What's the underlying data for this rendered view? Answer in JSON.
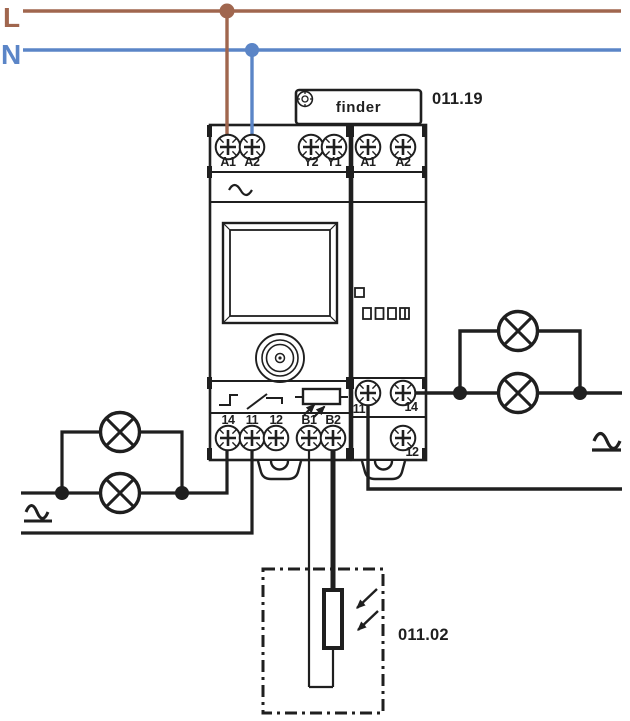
{
  "diagram": {
    "supply": {
      "l_label": "L",
      "n_label": "N"
    },
    "device": {
      "model": "011.19",
      "brand": "finder",
      "left_module": {
        "top_terminals": [
          "A1",
          "A2",
          "Y2",
          "Y1"
        ],
        "bottom_terminals": [
          "14",
          "11",
          "12",
          "B1",
          "B2"
        ]
      },
      "right_module": {
        "top_terminals": [
          "A1",
          "A2"
        ],
        "output_terminals": [
          "11",
          "14",
          "12"
        ]
      }
    },
    "sensor": {
      "model": "011.02"
    },
    "icons": {
      "lamp": "circle-with-X load symbol",
      "ac_source": "tilde-over-line AC supply symbol",
      "photoresistor": "rectangle with incident-light arrows",
      "relay_contact": "changeover contact symbol",
      "sine": "AC sine symbol"
    }
  },
  "colors": {
    "phase": "#a0664e",
    "neutral": "#5b85c7",
    "ink": "#1f1f1f",
    "paper": "#ffffff"
  }
}
